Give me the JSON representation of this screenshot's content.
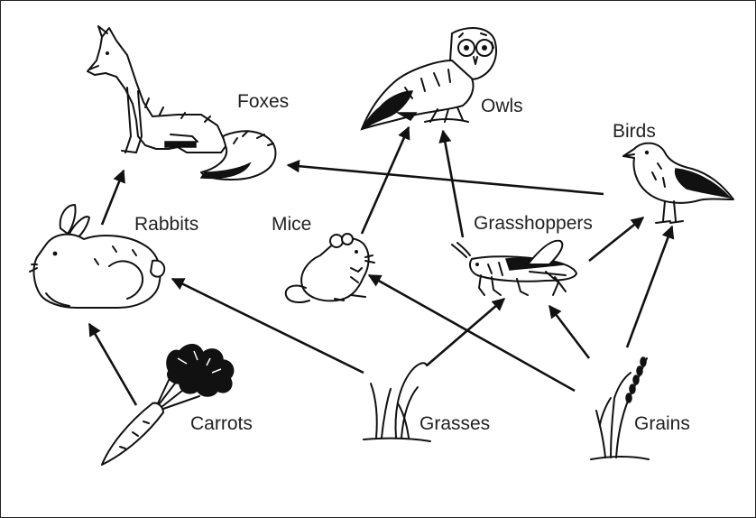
{
  "organisms": {
    "foxes": "Foxes",
    "owls": "Owls",
    "birds": "Birds",
    "rabbits": "Rabbits",
    "mice": "Mice",
    "grasshoppers": "Grasshoppers",
    "carrots": "Carrots",
    "grasses": "Grasses",
    "grains": "Grains"
  }
}
